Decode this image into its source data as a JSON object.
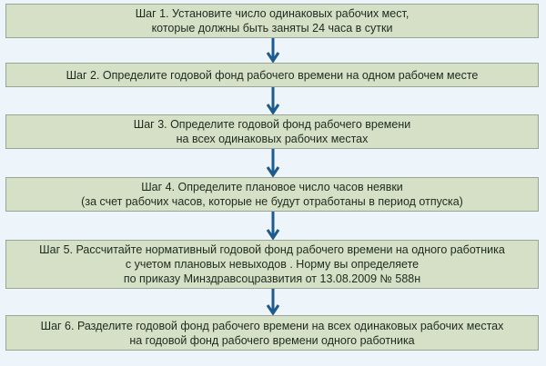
{
  "colors": {
    "background": "#eef5fa",
    "box": "#d5e0c6",
    "arrow": "#1d5b8e"
  },
  "steps": [
    {
      "lines": [
        "Шаг  1. Установите  число  одинаковых  рабочих  мест,",
        "которые  должны  быть  заняты  24 часа  в  сутки"
      ]
    },
    {
      "lines": [
        "Шаг  2. Определите  годовой  фонд  рабочего  времени  на  одном рабочем  месте"
      ]
    },
    {
      "lines": [
        "Шаг  3. Определите  годовой  фонд  рабочего  времени",
        "на  всех  одинаковых  рабочих  местах"
      ]
    },
    {
      "lines": [
        "Шаг  4. Определите  плановое  число  часов  неявки",
        "(за  счет  рабочих  часов,  которые  не  будут отработаны  в  период  отпуска)"
      ]
    },
    {
      "lines": [
        "Шаг  5. Рассчитайте  нормативный  годовой  фонд  рабочего  времени  на  одного  работника",
        "с учетом плановых  невыходов . Норму вы  определяете",
        "по приказу  Минздравсоцразвития   от 13.08.2009  № 588н"
      ]
    },
    {
      "lines": [
        "Шаг  6. Разделите  годовой  фонд  рабочего  времени  на  всех  одинаковых  рабочих  местах",
        "на  годовой  фонд  рабочего  времени  одного  работника"
      ]
    }
  ]
}
